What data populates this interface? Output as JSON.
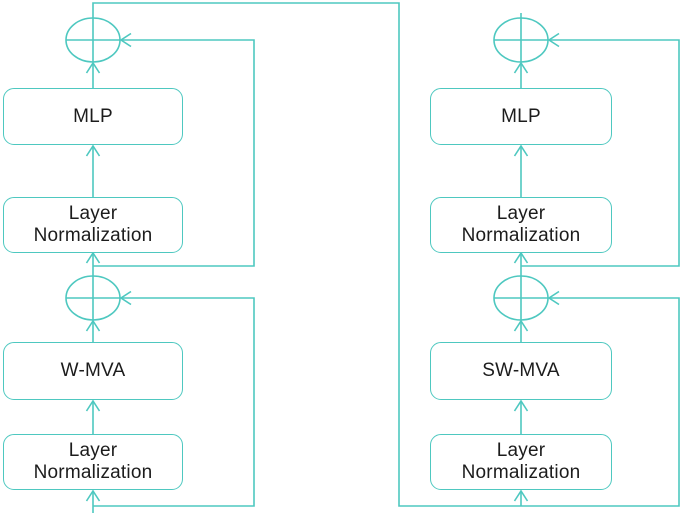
{
  "diagram": {
    "background_color": "#ffffff",
    "line_color": "#4ec8c0",
    "text_color": "#1c1c1c",
    "icons": {
      "add": "circled-plus"
    },
    "left_block": {
      "mlp": "MLP",
      "ln_top": "Layer\nNormalization",
      "attention": "W-MVA",
      "ln_bottom": "Layer\nNormalization"
    },
    "right_block": {
      "mlp": "MLP",
      "ln_top": "Layer\nNormalization",
      "attention": "SW-MVA",
      "ln_bottom": "Layer\nNormalization"
    }
  }
}
